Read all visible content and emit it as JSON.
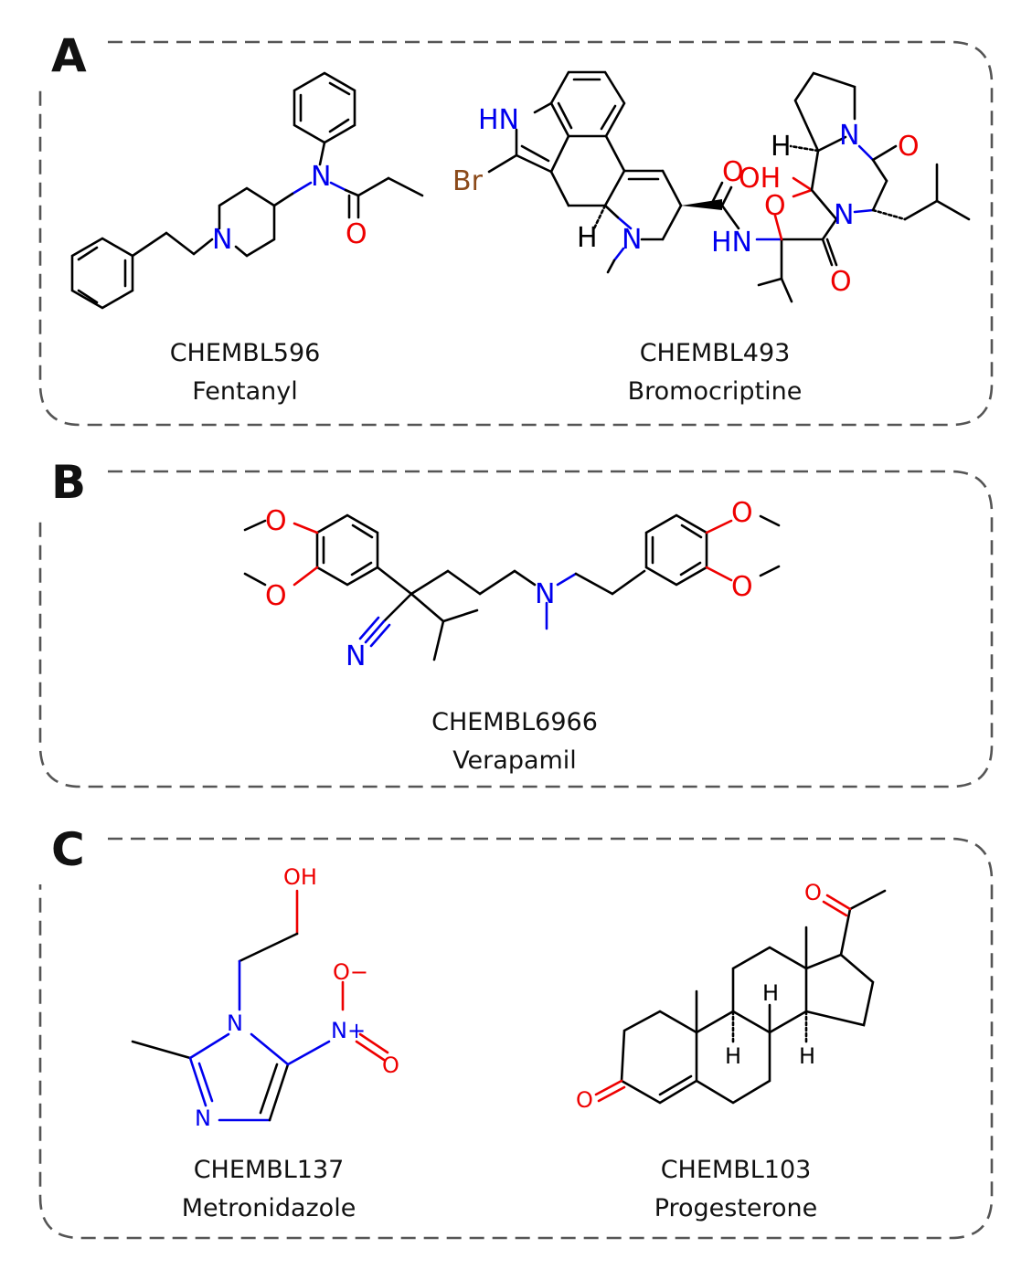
{
  "panels": [
    {
      "letter": "A",
      "molecules": [
        {
          "id": "CHEMBL596",
          "name": "Fentanyl"
        },
        {
          "id": "CHEMBL493",
          "name": "Bromocriptine"
        }
      ]
    },
    {
      "letter": "B",
      "molecules": [
        {
          "id": "CHEMBL6966",
          "name": "Verapamil"
        }
      ]
    },
    {
      "letter": "C",
      "molecules": [
        {
          "id": "CHEMBL137",
          "name": "Metronidazole"
        },
        {
          "id": "CHEMBL103",
          "name": "Progesterone"
        }
      ]
    }
  ],
  "atom_labels": {
    "N": "N",
    "O": "O",
    "HN": "HN",
    "Br": "Br",
    "H": "H",
    "OH": "OH",
    "N_plus": "N+",
    "O_minus": "O−"
  },
  "colors": {
    "nitrogen": "#0000ee",
    "oxygen": "#ee0000",
    "bromine": "#8b4a1a",
    "bond": "#000000",
    "frame": "#555555"
  }
}
